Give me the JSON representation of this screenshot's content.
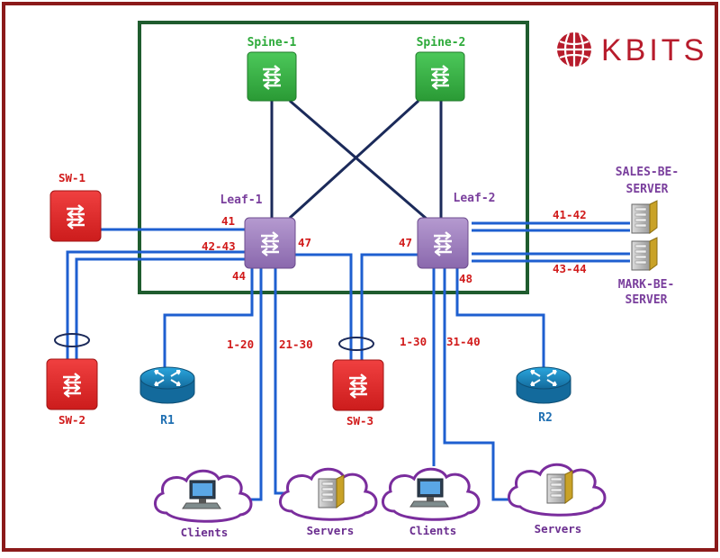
{
  "logo": {
    "text": "KBITS"
  },
  "spines": [
    {
      "label": "Spine-1"
    },
    {
      "label": "Spine-2"
    }
  ],
  "leaves": [
    {
      "label": "Leaf-1"
    },
    {
      "label": "Leaf-2"
    }
  ],
  "switches": {
    "sw1": {
      "label": "SW-1"
    },
    "sw2": {
      "label": "SW-2"
    },
    "sw3": {
      "label": "SW-3"
    }
  },
  "routers": {
    "r1": {
      "label": "R1"
    },
    "r2": {
      "label": "R2"
    }
  },
  "servers": {
    "sales": {
      "line1": "SALES-BE-",
      "line2": "SERVER"
    },
    "mark": {
      "line1": "MARK-BE-",
      "line2": "SERVER"
    }
  },
  "ports": {
    "leaf1_41": "41",
    "leaf1_42_43": "42-43",
    "leaf1_44": "44",
    "leaf1_47": "47",
    "leaf2_47": "47",
    "leaf2_48": "48",
    "leaf2_41_42": "41-42",
    "leaf2_43_44": "43-44",
    "leaf1_1_20": "1-20",
    "leaf1_21_30": "21-30",
    "leaf2_1_30": "1-30",
    "leaf2_31_40": "31-40"
  },
  "clouds": [
    {
      "label": "Clients",
      "icon": "pc-icon"
    },
    {
      "label": "Servers",
      "icon": "server-icon"
    },
    {
      "label": "Clients",
      "icon": "pc-icon"
    },
    {
      "label": "Servers",
      "icon": "server-icon"
    }
  ],
  "colors": {
    "border": "#8b1a1a",
    "fabric_box": "#1f5c2e",
    "spine": "#2daa3a",
    "leaf": "#9a7bb8",
    "access_switch": "#e02a2a",
    "router": "#1b8bc8",
    "link": "#1e5fd0",
    "fabric_link": "#1b2a5a"
  }
}
